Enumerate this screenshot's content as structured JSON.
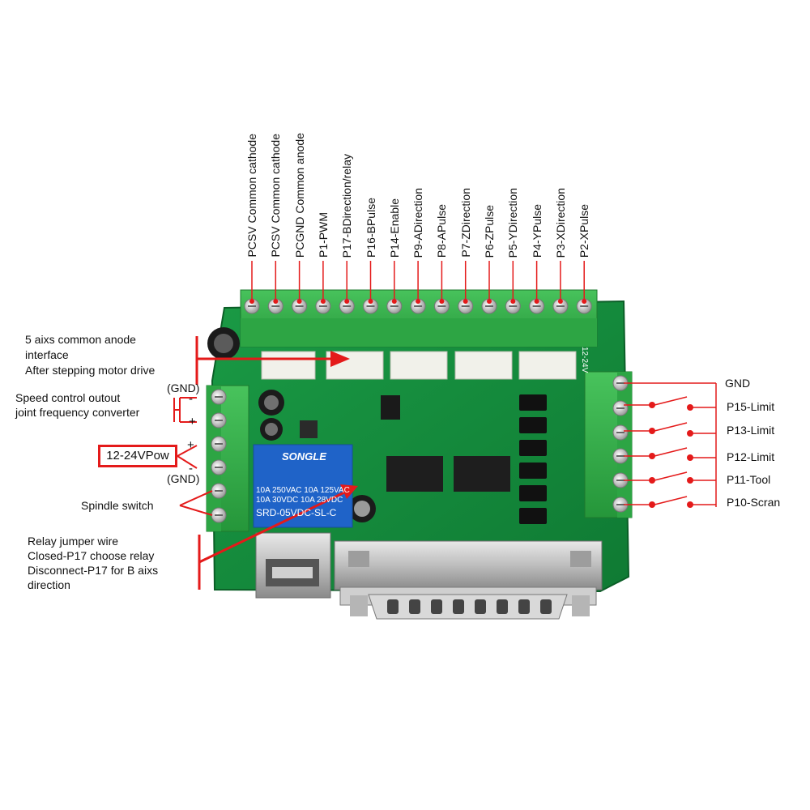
{
  "top_labels": [
    "PCSV  Common  cathode",
    "PCSV  Common  cathode",
    "PCGND  Common  anode",
    "P1-PWM",
    "P17-BDirection/relay",
    "P16-BPulse",
    "P14-Enable",
    "P9-ADirection",
    "P8-APulse",
    "P7-ZDirection",
    "P6-ZPulse",
    "P5-YDirection",
    "P4-YPulse",
    "P3-XDirection",
    "P2-XPulse"
  ],
  "left_labels": {
    "stepper_line1": "5  aixs  common  anode",
    "stepper_line2": "interface",
    "stepper_line3": "After  stepping  motor  drive",
    "gnd_top": "(GND)",
    "speed_line1": "Speed  control  outout",
    "speed_line2": "joint  frequency  converter",
    "power": "12-24VPow",
    "gnd_bottom": "(GND)",
    "spindle": "Spindle  switch",
    "relay_line1": "Relay  jumper  wire",
    "relay_line2": "Closed-P17  choose  relay",
    "relay_line3": "Disconnect-P17  for  B  aixs",
    "relay_line4": "direction",
    "minus_top": "-",
    "plus_top": "+",
    "plus_bottom": "+",
    "minus_bottom": "-"
  },
  "right_labels": [
    "GND",
    "P15-Limit",
    "P13-Limit",
    "P12-Limit",
    "P11-Tool",
    "P10-Scran"
  ],
  "board_text": {
    "relay_brand": "SONGLE",
    "relay_spec1": "10A 250VAC  10A 125VAC",
    "relay_spec2": "10A  30VDC  10A  28VDC",
    "relay_model": "SRD-05VDC-SL-C",
    "power_mark": "12-24V"
  },
  "colors": {
    "board": "#138a3c",
    "terminal": "#35b24a",
    "red": "#e41a1a"
  }
}
